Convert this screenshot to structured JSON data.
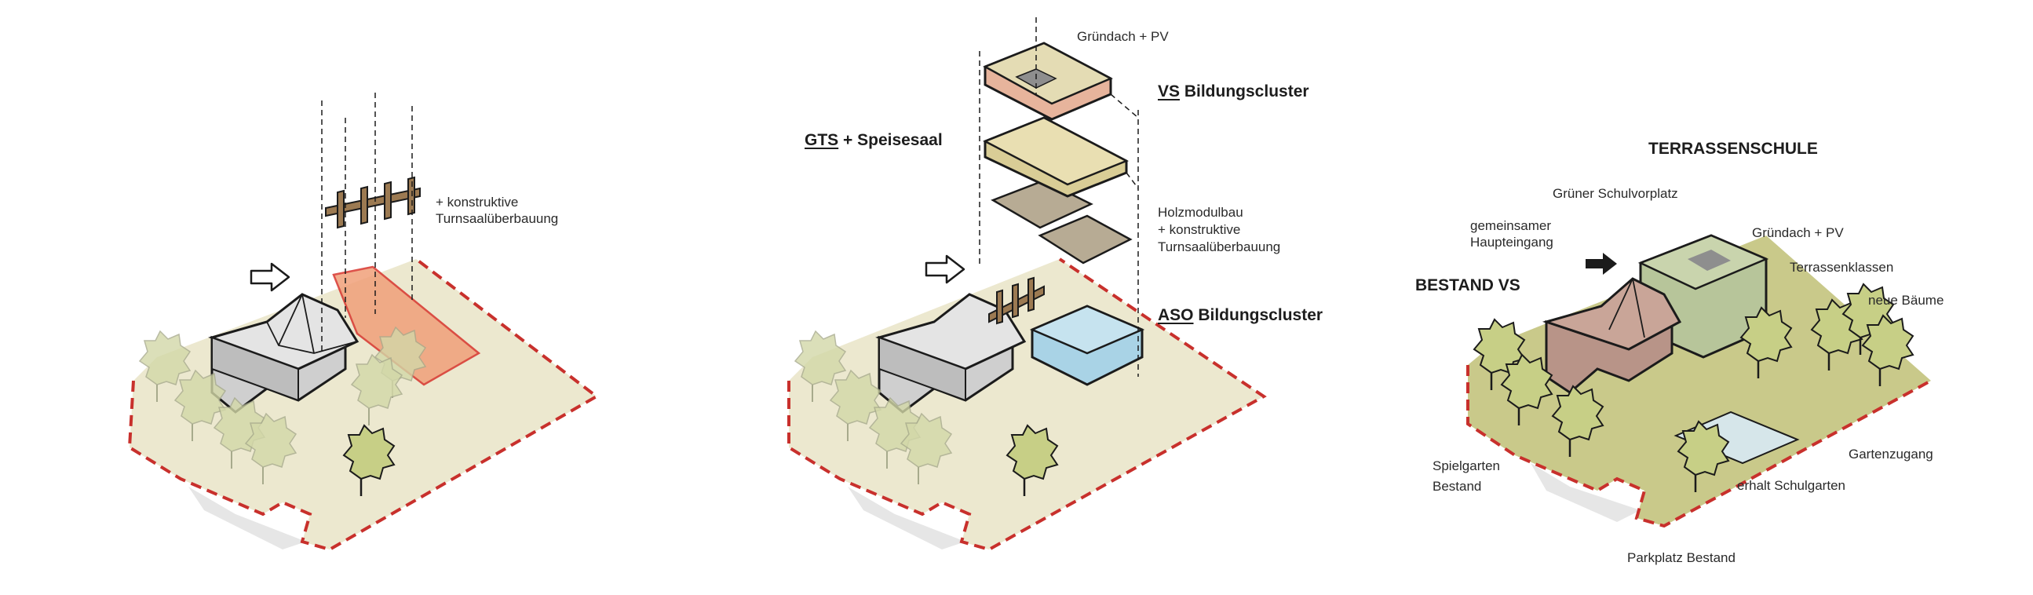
{
  "panel1": {
    "label_steel": "+ konstruktive",
    "label_steel_2": "Turnsaalüberbauung"
  },
  "panel2": {
    "label_roof": "Gründach + PV",
    "vs_prefix": "VS",
    "vs_suffix": " Bildungscluster",
    "gts_prefix": "GTS",
    "gts_suffix": " + Speisesaal",
    "holz_1": "Holzmodulbau",
    "holz_2": "+ konstruktive",
    "holz_3": "Turnsaalüberbauung",
    "aso_prefix": "ASO",
    "aso_suffix": " Bildungscluster"
  },
  "panel3": {
    "title": "TERRASSENSCHULE",
    "vorplatz": "Grüner Schulvorplatz",
    "eingang_1": "gemeinsamer",
    "eingang_2": "Haupteingang",
    "gruendach": "Gründach + PV",
    "bestand_vs": "BESTAND VS",
    "terrassenklassen": "Terrassenklassen",
    "baeume": "neue Bäume",
    "spielgarten_1": "Spielgarten",
    "spielgarten_2": "Bestand",
    "gartenzugang": "Gartenzugang",
    "schulgarten": "erhalt Schulgarten",
    "parkplatz": "Parkplatz Bestand"
  },
  "colors": {
    "site_boundary": "#c8302c",
    "ground": "#ece8cf",
    "vegetation": "#c7cf86",
    "addition_highlight": "#f0a07a",
    "timber": "#9c7a52",
    "green_roof_layer": "#e9dfb2",
    "aso_water_blue": "#a9d3e6",
    "roof_red": "#a87e72",
    "existing_building": "#d8d8d8"
  }
}
